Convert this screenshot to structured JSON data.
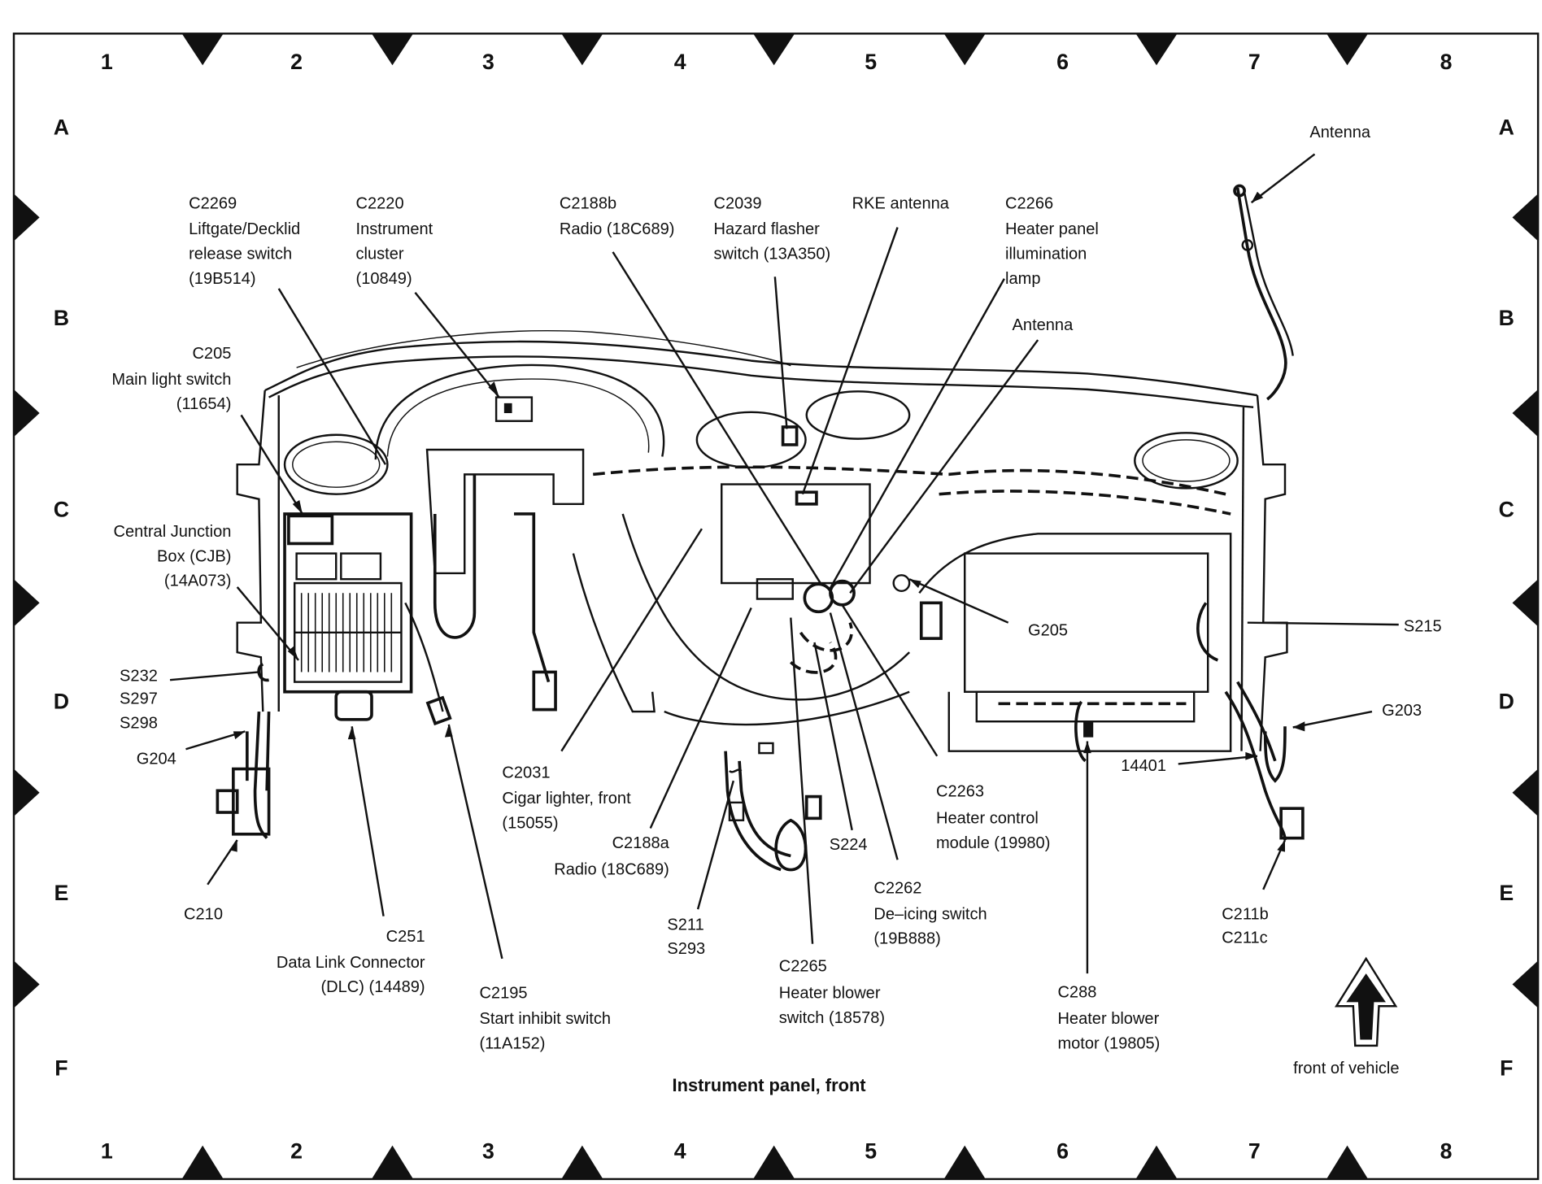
{
  "diagram": {
    "title": "Instrument panel, front",
    "orientation_label": "front of vehicle",
    "grid": {
      "columns": [
        "1",
        "2",
        "3",
        "4",
        "5",
        "6",
        "7",
        "8"
      ],
      "rows": [
        "A",
        "B",
        "C",
        "D",
        "E",
        "F"
      ]
    },
    "callouts": [
      {
        "id": "c2269",
        "lines": [
          "C2269",
          "Liftgate/Decklid",
          "release switch",
          "(19B514)"
        ]
      },
      {
        "id": "c2220",
        "lines": [
          "C2220",
          "Instrument",
          "cluster",
          "(10849)"
        ]
      },
      {
        "id": "c2188b",
        "lines": [
          "C2188b",
          "Radio (18C689)"
        ]
      },
      {
        "id": "c2039",
        "lines": [
          "C2039",
          "Hazard flasher",
          "switch (13A350)"
        ]
      },
      {
        "id": "rke-antenna",
        "lines": [
          "RKE antenna"
        ]
      },
      {
        "id": "c2266",
        "lines": [
          "C2266",
          "Heater panel",
          "illumination",
          "lamp"
        ]
      },
      {
        "id": "antenna-mid",
        "lines": [
          "Antenna"
        ]
      },
      {
        "id": "antenna-top",
        "lines": [
          "Antenna"
        ]
      },
      {
        "id": "c205",
        "lines": [
          "C205",
          "Main light switch",
          "(11654)"
        ]
      },
      {
        "id": "cjb",
        "lines": [
          "Central Junction",
          "Box (CJB)",
          "(14A073)"
        ]
      },
      {
        "id": "s232",
        "lines": [
          "S232",
          "S297",
          "S298"
        ]
      },
      {
        "id": "g204",
        "lines": [
          "G204"
        ]
      },
      {
        "id": "c210",
        "lines": [
          "C210"
        ]
      },
      {
        "id": "c251",
        "lines": [
          "C251",
          "Data Link Connector",
          "(DLC) (14489)"
        ]
      },
      {
        "id": "c2195",
        "lines": [
          "C2195",
          "Start inhibit switch",
          "(11A152)"
        ]
      },
      {
        "id": "c2031",
        "lines": [
          "C2031",
          "Cigar lighter, front",
          "(15055)"
        ]
      },
      {
        "id": "c2188a",
        "lines": [
          "C2188a",
          "Radio (18C689)"
        ]
      },
      {
        "id": "s211",
        "lines": [
          "S211",
          "S293"
        ]
      },
      {
        "id": "c2265",
        "lines": [
          "C2265",
          "Heater blower",
          "switch (18578)"
        ]
      },
      {
        "id": "s224",
        "lines": [
          "S224"
        ]
      },
      {
        "id": "c2262",
        "lines": [
          "C2262",
          "De–icing switch",
          "(19B888)"
        ]
      },
      {
        "id": "c2263",
        "lines": [
          "C2263",
          "Heater control",
          "module (19980)"
        ]
      },
      {
        "id": "g205",
        "lines": [
          "G205"
        ]
      },
      {
        "id": "s215",
        "lines": [
          "S215"
        ]
      },
      {
        "id": "g203",
        "lines": [
          "G203"
        ]
      },
      {
        "id": "harness-14401",
        "lines": [
          "14401"
        ]
      },
      {
        "id": "c211",
        "lines": [
          "C211b",
          "C211c"
        ]
      },
      {
        "id": "c288",
        "lines": [
          "C288",
          "Heater blower",
          "motor (19805)"
        ]
      }
    ]
  }
}
